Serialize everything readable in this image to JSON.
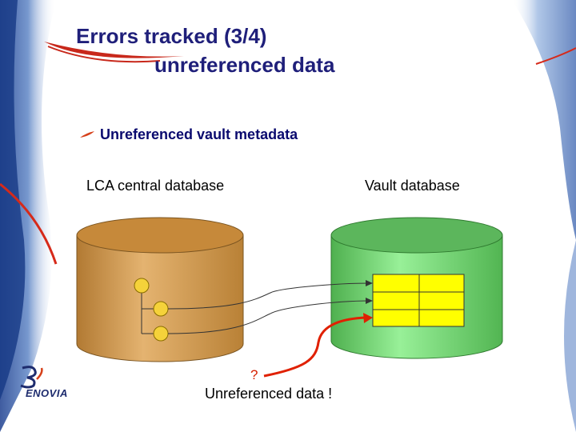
{
  "slide": {
    "title_line1": "Errors tracked (3/4)",
    "title_line2": "unreferenced data",
    "bullet": "Unreferenced vault metadata"
  },
  "diagram": {
    "left_db_label": "LCA central database",
    "right_db_label": "Vault database",
    "question_mark": "?",
    "unreferenced_label": "Unreferenced data !",
    "colors": {
      "left_db_top": "#c78c3a",
      "left_db_body": "#d9a35c",
      "right_db_top": "#5cb85c",
      "right_db_body": "#7be07b",
      "table_fill": "#ffff00",
      "node_fill": "#f5d23a",
      "arrow_red": "#e02000",
      "title_blue": "#1f1f7a"
    }
  },
  "brand": {
    "logo_text": "ENOVIA",
    "icon": "3ds-logo-icon"
  }
}
